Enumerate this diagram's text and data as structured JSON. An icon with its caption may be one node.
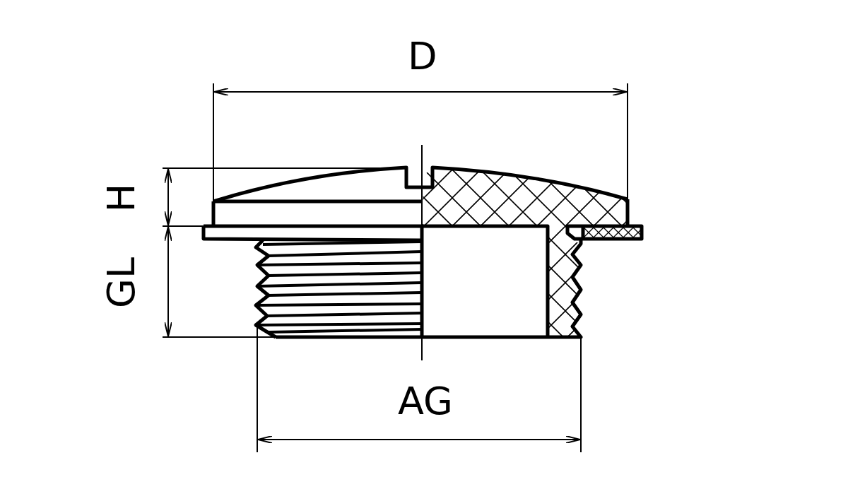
{
  "diagram": {
    "labels": [
      "D",
      "H",
      "GL",
      "AG"
    ]
  }
}
